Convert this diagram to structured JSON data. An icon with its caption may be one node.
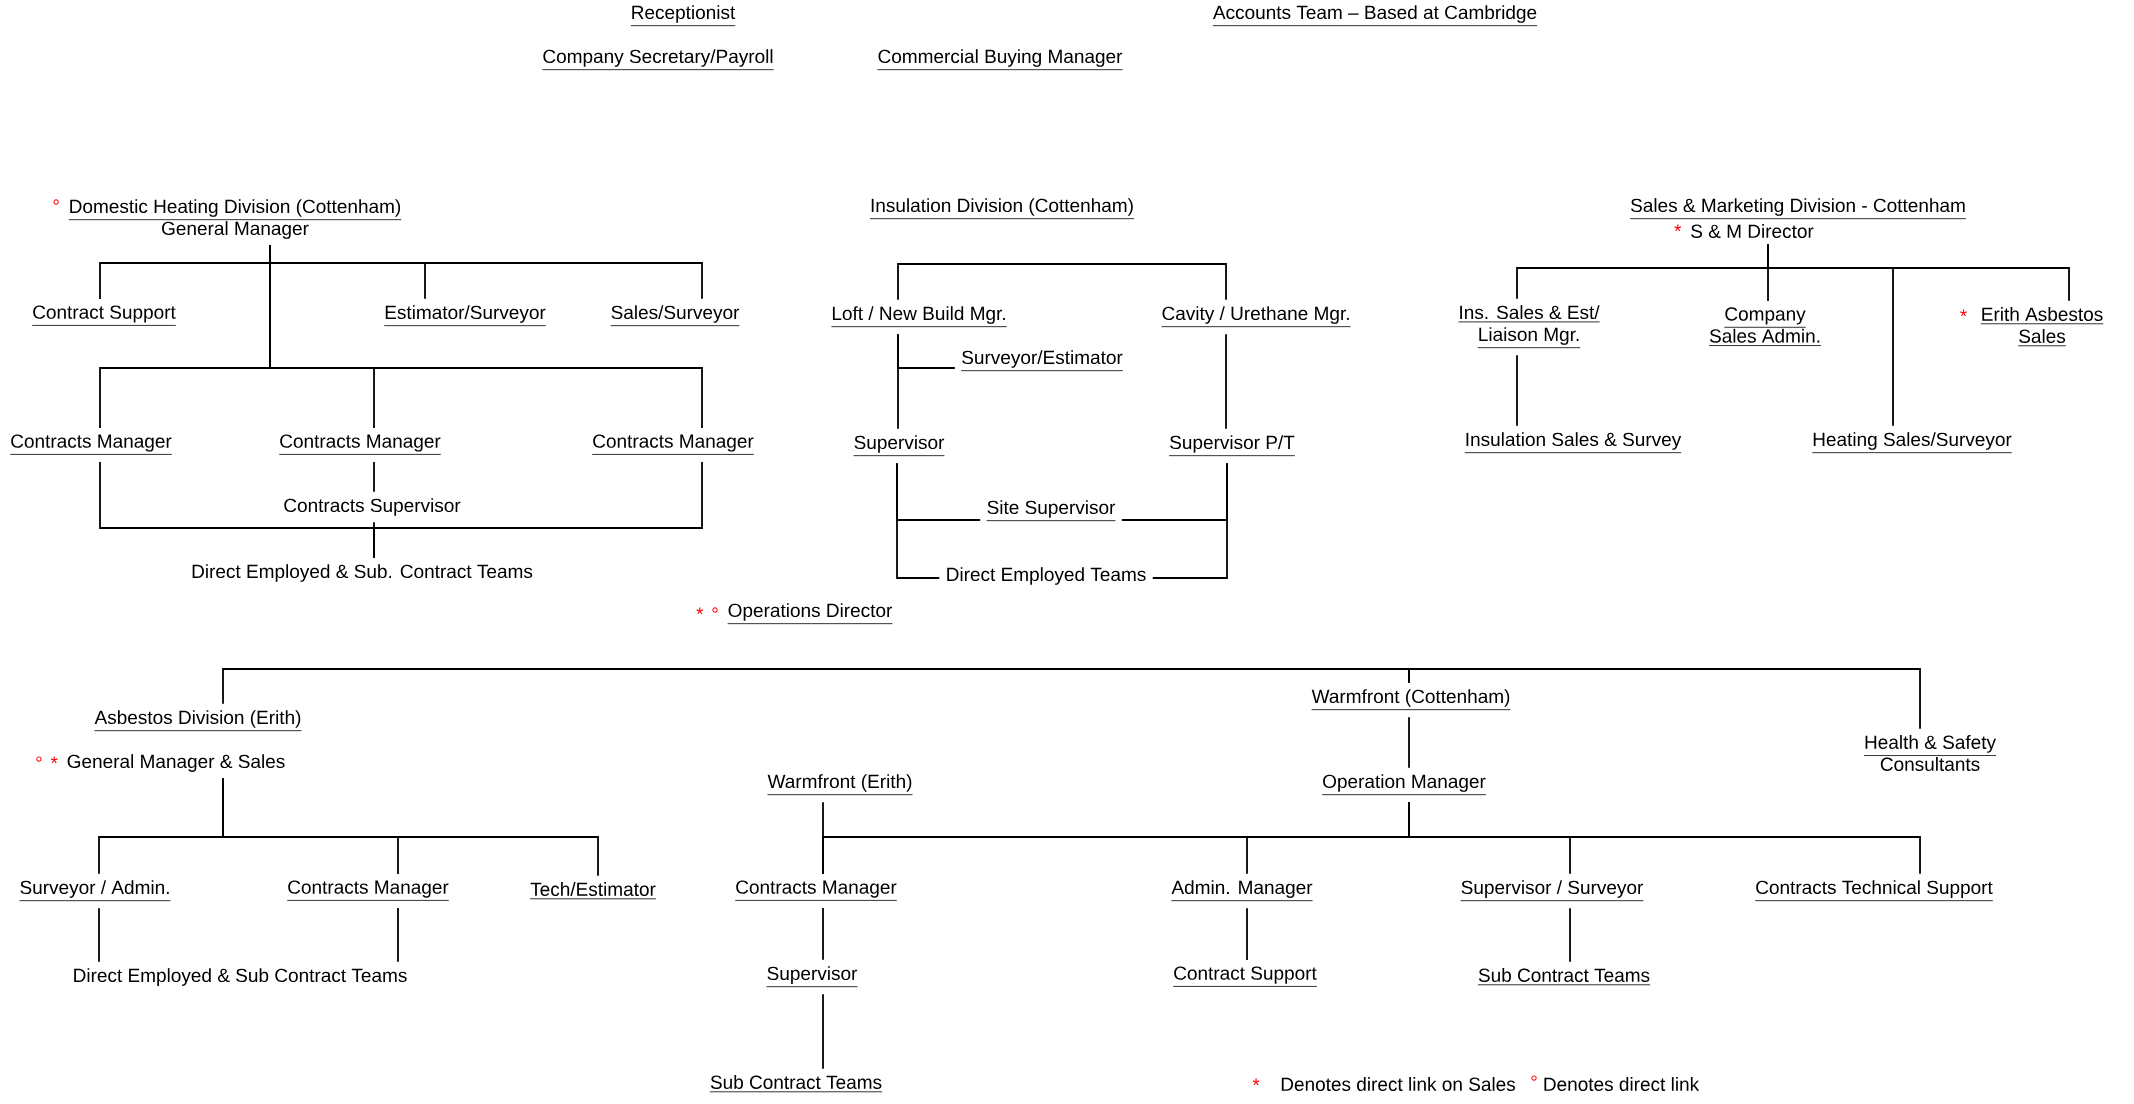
{
  "diagram": {
    "nodes": [
      {
        "text": [
          "Domestic Heating Division (Cottenham)",
          "General Manager"
        ],
        "beside": [
          "°"
        ]
      },
      {
        "text": [
          "Contract Support"
        ]
      },
      {
        "text": [
          "Estimator/Surveyor"
        ]
      },
      {
        "text": [
          "Sales/Surveyor"
        ]
      },
      {
        "text": [
          "Contracts Manager"
        ]
      },
      {
        "text": [
          "Contracts Manager"
        ]
      },
      {
        "text": [
          "Contracts Manager"
        ]
      },
      {
        "text": [
          "Contracts Supervisor"
        ]
      },
      {
        "text": [
          "Direct Employed & Sub. Contract Teams"
        ]
      },
      {
        "text": [
          "Insulation Division (Cottenham)"
        ]
      },
      {
        "text": [
          "Loft / New Build Mgr."
        ]
      },
      {
        "text": [
          "Cavity / Urethane Mgr."
        ]
      },
      {
        "text": [
          "Surveyor/Estimator"
        ]
      },
      {
        "text": [
          "Supervisor"
        ]
      },
      {
        "text": [
          "Supervisor P/T"
        ]
      },
      {
        "text": [
          "Site Supervisor"
        ]
      },
      {
        "text": [
          "Direct Employed Teams"
        ]
      },
      {
        "text": [
          "Sales & Marketing Division - Cottenham"
        ]
      },
      {
        "text": [
          "S & M Director"
        ],
        "beside": [
          "*"
        ]
      },
      {
        "text": [
          "Ins. Sales & Est/ Liaison Mgr."
        ]
      },
      {
        "text": [
          "Company Sales Admin."
        ]
      },
      {
        "text": [
          "Erith Asbestos Sales"
        ],
        "beside": [
          "*"
        ]
      },
      {
        "text": [
          "Insulation Sales & Survey"
        ]
      },
      {
        "text": [
          "Heating Sales/Surveyor"
        ]
      },
      {
        "text": [
          "Operations Director"
        ],
        "beside": [
          "*",
          "°"
        ]
      },
      {
        "text": [
          "Asbestos Division (Erith)"
        ]
      },
      {
        "text": [
          "General Manager & Sales"
        ],
        "beside": [
          "°",
          "*"
        ]
      },
      {
        "text": [
          "Warmfront (Cottenham)"
        ]
      },
      {
        "text": [
          "Health & Safety",
          "Consultants"
        ]
      },
      {
        "text": [
          "Surveyor / Admin."
        ]
      },
      {
        "text": [
          "Contracts Manager"
        ]
      },
      {
        "text": [
          "Tech/Estimator"
        ]
      },
      {
        "text": [
          "Direct Employed & Sub Contract Teams"
        ]
      },
      {
        "text": [
          "Warmfront (Erith)"
        ]
      },
      {
        "text": [
          "Operation Manager"
        ]
      },
      {
        "text": [
          "Contracts Manager"
        ]
      },
      {
        "text": [
          "Admin. Manager"
        ]
      },
      {
        "text": [
          "Supervisor / Surveyor"
        ]
      },
      {
        "text": [
          "Contracts Technical Support"
        ]
      },
      {
        "text": [
          "Supervisor"
        ]
      },
      {
        "text": [
          "Contract Support"
        ]
      },
      {
        "text": [
          "Sub Contract Teams"
        ]
      },
      {
        "text": [
          "Sub Contract Teams"
        ]
      }
    ],
    "edges": [
      {
        "from": 0,
        "to": 1,
        "arrow": "none"
      },
      {
        "from": 0,
        "to": 2,
        "arrow": "none"
      },
      {
        "from": 0,
        "to": 3,
        "arrow": "none"
      },
      {
        "from": 0,
        "to": 4,
        "arrow": "none"
      },
      {
        "from": 0,
        "to": 5,
        "arrow": "none"
      },
      {
        "from": 0,
        "to": 6,
        "arrow": "none"
      },
      {
        "from": 5,
        "to": 7,
        "arrow": "none"
      },
      {
        "from": 7,
        "to": 8,
        "arrow": "none"
      },
      {
        "from": 4,
        "to": 8,
        "arrow": "none"
      },
      {
        "from": 6,
        "to": 8,
        "arrow": "none"
      },
      {
        "from": 10,
        "to": 11,
        "arrow": "none"
      },
      {
        "from": 10,
        "to": 12,
        "arrow": "none"
      },
      {
        "from": 10,
        "to": 13,
        "arrow": "none"
      },
      {
        "from": 11,
        "to": 14,
        "arrow": "none"
      },
      {
        "from": 13,
        "to": 15,
        "arrow": "none"
      },
      {
        "from": 13,
        "to": 16,
        "arrow": "none"
      },
      {
        "from": 14,
        "to": 15,
        "arrow": "none"
      },
      {
        "from": 14,
        "to": 16,
        "arrow": "none"
      },
      {
        "from": 18,
        "to": 19,
        "arrow": "none"
      },
      {
        "from": 18,
        "to": 20,
        "arrow": "none"
      },
      {
        "from": 18,
        "to": 21,
        "arrow": "none"
      },
      {
        "from": 18,
        "to": 23,
        "arrow": "none"
      },
      {
        "from": 19,
        "to": 22,
        "arrow": "none"
      },
      {
        "from": 25,
        "to": 27,
        "arrow": "none"
      },
      {
        "from": 27,
        "to": 28,
        "arrow": "none"
      },
      {
        "from": 26,
        "to": 29,
        "arrow": "none"
      },
      {
        "from": 26,
        "to": 30,
        "arrow": "none"
      },
      {
        "from": 26,
        "to": 31,
        "arrow": "none"
      },
      {
        "from": 29,
        "to": 32,
        "arrow": "none"
      },
      {
        "from": 30,
        "to": 32,
        "arrow": "none"
      },
      {
        "from": 27,
        "to": 34,
        "arrow": "none"
      },
      {
        "from": 33,
        "to": 35,
        "arrow": "none"
      },
      {
        "from": 34,
        "to": 35,
        "arrow": "none"
      },
      {
        "from": 34,
        "to": 36,
        "arrow": "none"
      },
      {
        "from": 34,
        "to": 37,
        "arrow": "none"
      },
      {
        "from": 34,
        "to": 38,
        "arrow": "none"
      },
      {
        "from": 35,
        "to": 39,
        "arrow": "none"
      },
      {
        "from": 39,
        "to": 42,
        "arrow": "none"
      },
      {
        "from": 36,
        "to": 40,
        "arrow": "none"
      },
      {
        "from": 37,
        "to": 41,
        "arrow": "none"
      }
    ],
    "labels": [
      "Receptionist",
      "Accounts Team – Based at Cambridge",
      "Company Secretary/Payroll",
      "Commercial Buying Manager",
      "*",
      "Denotes direct link on Sales",
      "°",
      "Denotes direct link"
    ]
  }
}
